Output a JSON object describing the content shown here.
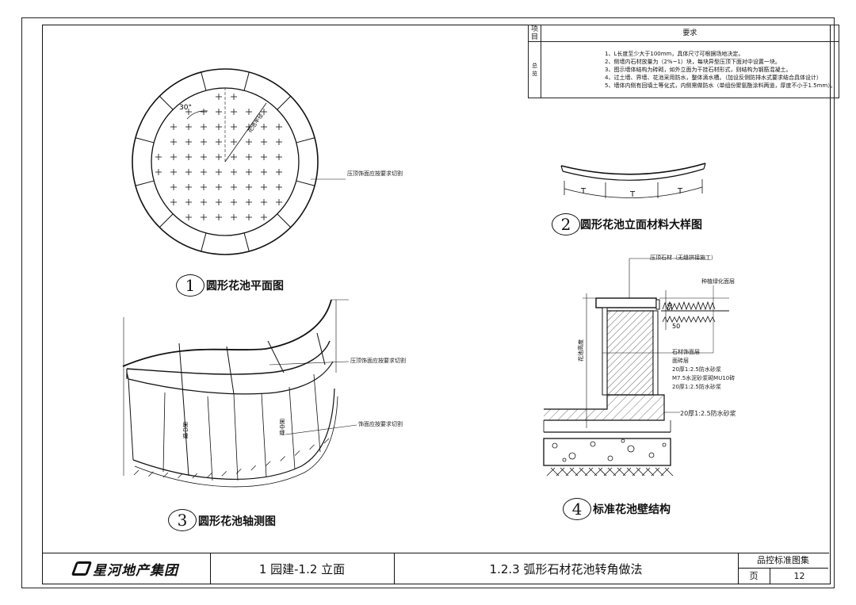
{
  "requirements": {
    "header_item": "项目",
    "header_req": "要求",
    "row_label": "总览",
    "items": [
      "1、L长度至少大于100mm，具体尺寸可根据场地决定。",
      "2、侧墙内石材放量为（2%~1）块，每块异型压顶下面对中设置一块。",
      "3、图示墙体结构为砖砌，如外立面为干挂石材形式，则结构为钢筋混凝土。",
      "4、过土墙、界墙、花池采用防水，整体滴水槽。（加设反侧防排水式要求结合具体设计）",
      "5、墙体内侧有回填土等化式，内侧需做防水（单组份聚氨酯涂料两道，厚度不小于1.5mm）。"
    ]
  },
  "plan_view": {
    "caption_number": "1",
    "caption": "圆形花池平面图",
    "angle_label": "30°",
    "radius_label": "花池半径",
    "note_right": "压顶饰面应按要求切割"
  },
  "elevation_view": {
    "caption_number": "2",
    "caption": "圆形花池立面材料大样图"
  },
  "axonometric_view": {
    "caption_number": "3",
    "caption": "圆形花池轴测图",
    "note_top": "压顶饰面应按要求切割",
    "note_side": "饰面应按要求切割",
    "center_mark_1": "居中缝",
    "center_mark_2": "居中缝"
  },
  "wall_section": {
    "caption_number": "4",
    "caption": "标准花池壁结构",
    "top_note": "压顶石材（无缝拼接施工）",
    "right_note": "种植绿化面层",
    "height_label": "花池高度",
    "dim_1": "50",
    "dim_2": "50",
    "layers": [
      "石材饰面层",
      "面砖层",
      "20厚1:2.5防水砂浆",
      "M7.5水泥砂浆砌MU10砖",
      "20厚1:2.5防水砂浆"
    ],
    "base_layer": "20厚1:2.5防水砂浆"
  },
  "title_block": {
    "logo_text": "星河地产集团",
    "section": "1 园建-1.2 立面",
    "title": "1.2.3 弧形石材花池转角做法",
    "collection": "品控标准图集",
    "page_label": "页",
    "page_number": "12"
  }
}
